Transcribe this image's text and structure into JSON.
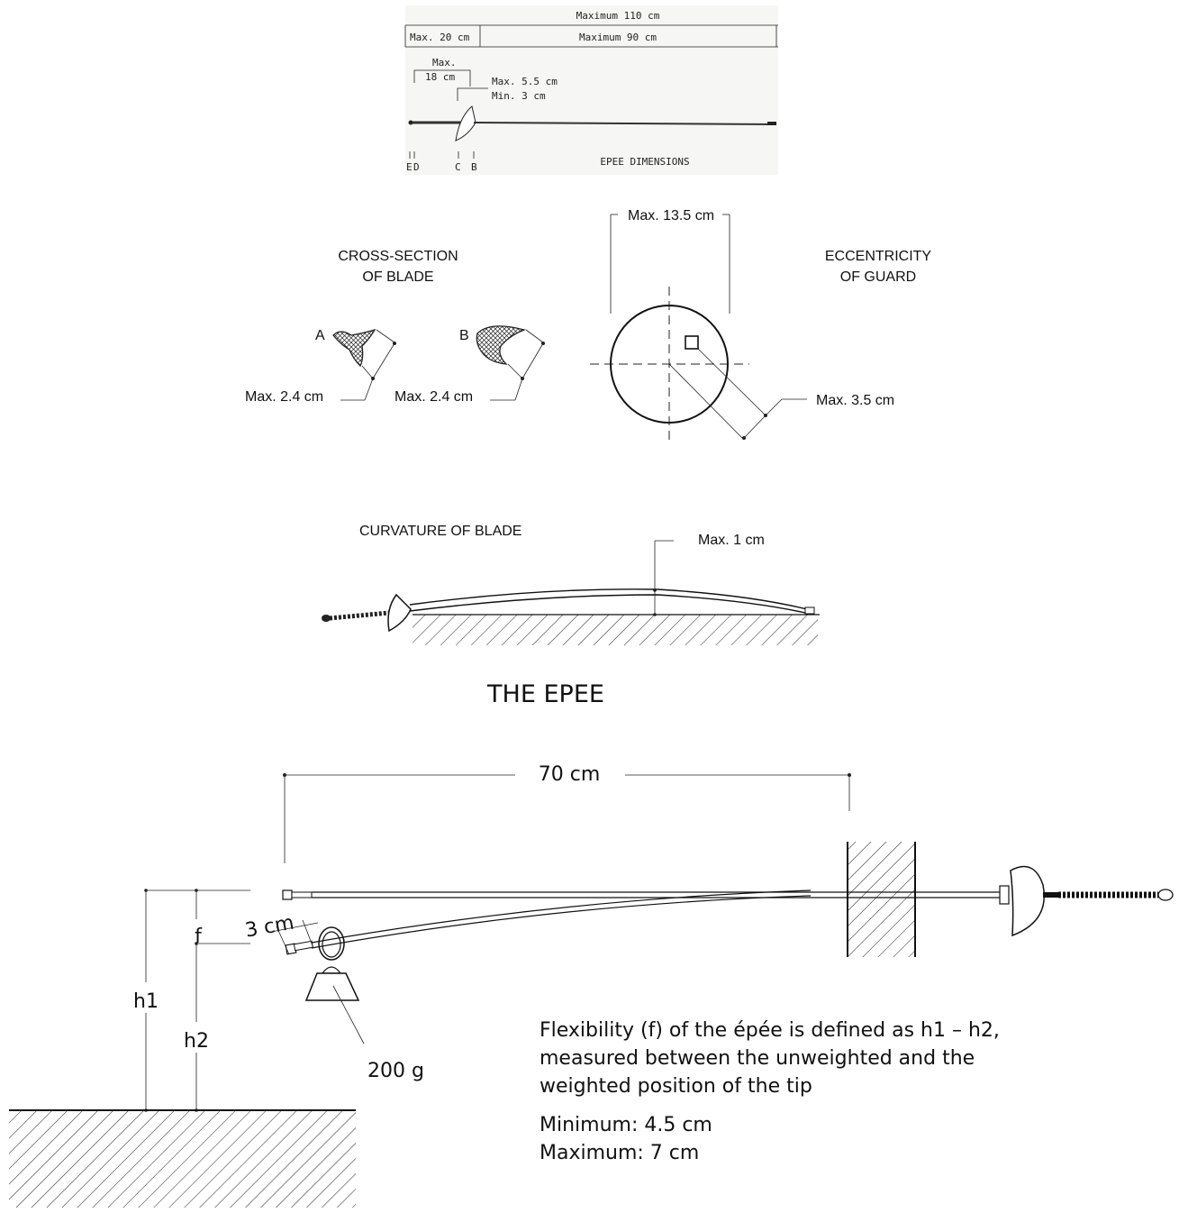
{
  "epee_dimensions_figure": {
    "overall_length": "Maximum 110 cm",
    "handle_max": "Max. 20 cm",
    "blade_max": "Maximum 90 cm",
    "grip_label_1": "Max.",
    "grip_label_2": "18 cm",
    "guard_depth_max": "Max. 5.5 cm",
    "guard_depth_min": "Min. 3 cm",
    "letter_e": "E",
    "letter_d": "D",
    "letter_c": "C",
    "letter_b": "B",
    "caption": "EPEE DIMENSIONS"
  },
  "cross_section": {
    "title_line1": "CROSS-SECTION",
    "title_line2": "OF BLADE",
    "label_a": "A",
    "label_b": "B",
    "max_a": "Max. 2.4 cm",
    "max_b": "Max. 2.4 cm"
  },
  "guard": {
    "width_label": "Max. 13.5 cm",
    "title_line1": "ECCENTRICITY",
    "title_line2": "OF GUARD",
    "eccentricity_label": "Max. 3.5 cm"
  },
  "curvature": {
    "title": "CURVATURE OF BLADE",
    "max_label": "Max. 1 cm"
  },
  "main_title": "THE EPEE",
  "flex_test": {
    "length_label": "70 cm",
    "f_label": "f",
    "h1_label": "h1",
    "h2_label": "h2",
    "tip_label": "3 cm",
    "weight_label": "200 g",
    "definition_line1": "Flexibility (f) of the épée is defined as h1 – h2,",
    "definition_line2": "measured between the unweighted and the",
    "definition_line3": "weighted position of the tip",
    "minimum": "Minimum: 4.5 cm",
    "maximum": "Maximum: 7 cm"
  }
}
